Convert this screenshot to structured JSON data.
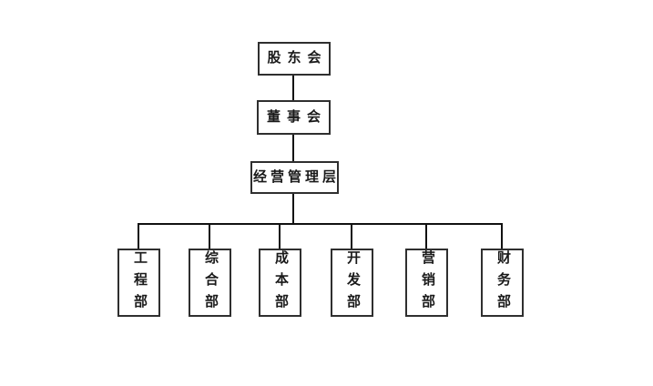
{
  "chart": {
    "type": "org-chart",
    "title": "",
    "levels": [
      {
        "id": "shareholders",
        "label": "股东会"
      },
      {
        "id": "board",
        "label": "董事会"
      },
      {
        "id": "management",
        "label": "经营管理层"
      }
    ],
    "departments": [
      {
        "id": "engineering",
        "label": "工程部"
      },
      {
        "id": "general",
        "label": "综合部"
      },
      {
        "id": "cost",
        "label": "成本部"
      },
      {
        "id": "development",
        "label": "开发部"
      },
      {
        "id": "marketing",
        "label": "营销部"
      },
      {
        "id": "finance",
        "label": "财务部"
      }
    ],
    "structure": {
      "edges": [
        [
          "股东会",
          "董事会"
        ],
        [
          "董事会",
          "经营管理层"
        ],
        [
          "经营管理层",
          "工程部"
        ],
        [
          "经营管理层",
          "综合部"
        ],
        [
          "经营管理层",
          "成本部"
        ],
        [
          "经营管理层",
          "开发部"
        ],
        [
          "经营管理层",
          "营销部"
        ],
        [
          "经营管理层",
          "财务部"
        ]
      ]
    },
    "colors": {
      "background": "#ffffff",
      "box_border": "#2f2f2f",
      "connector_line": "#111111",
      "text": "#1a1a1a"
    }
  }
}
